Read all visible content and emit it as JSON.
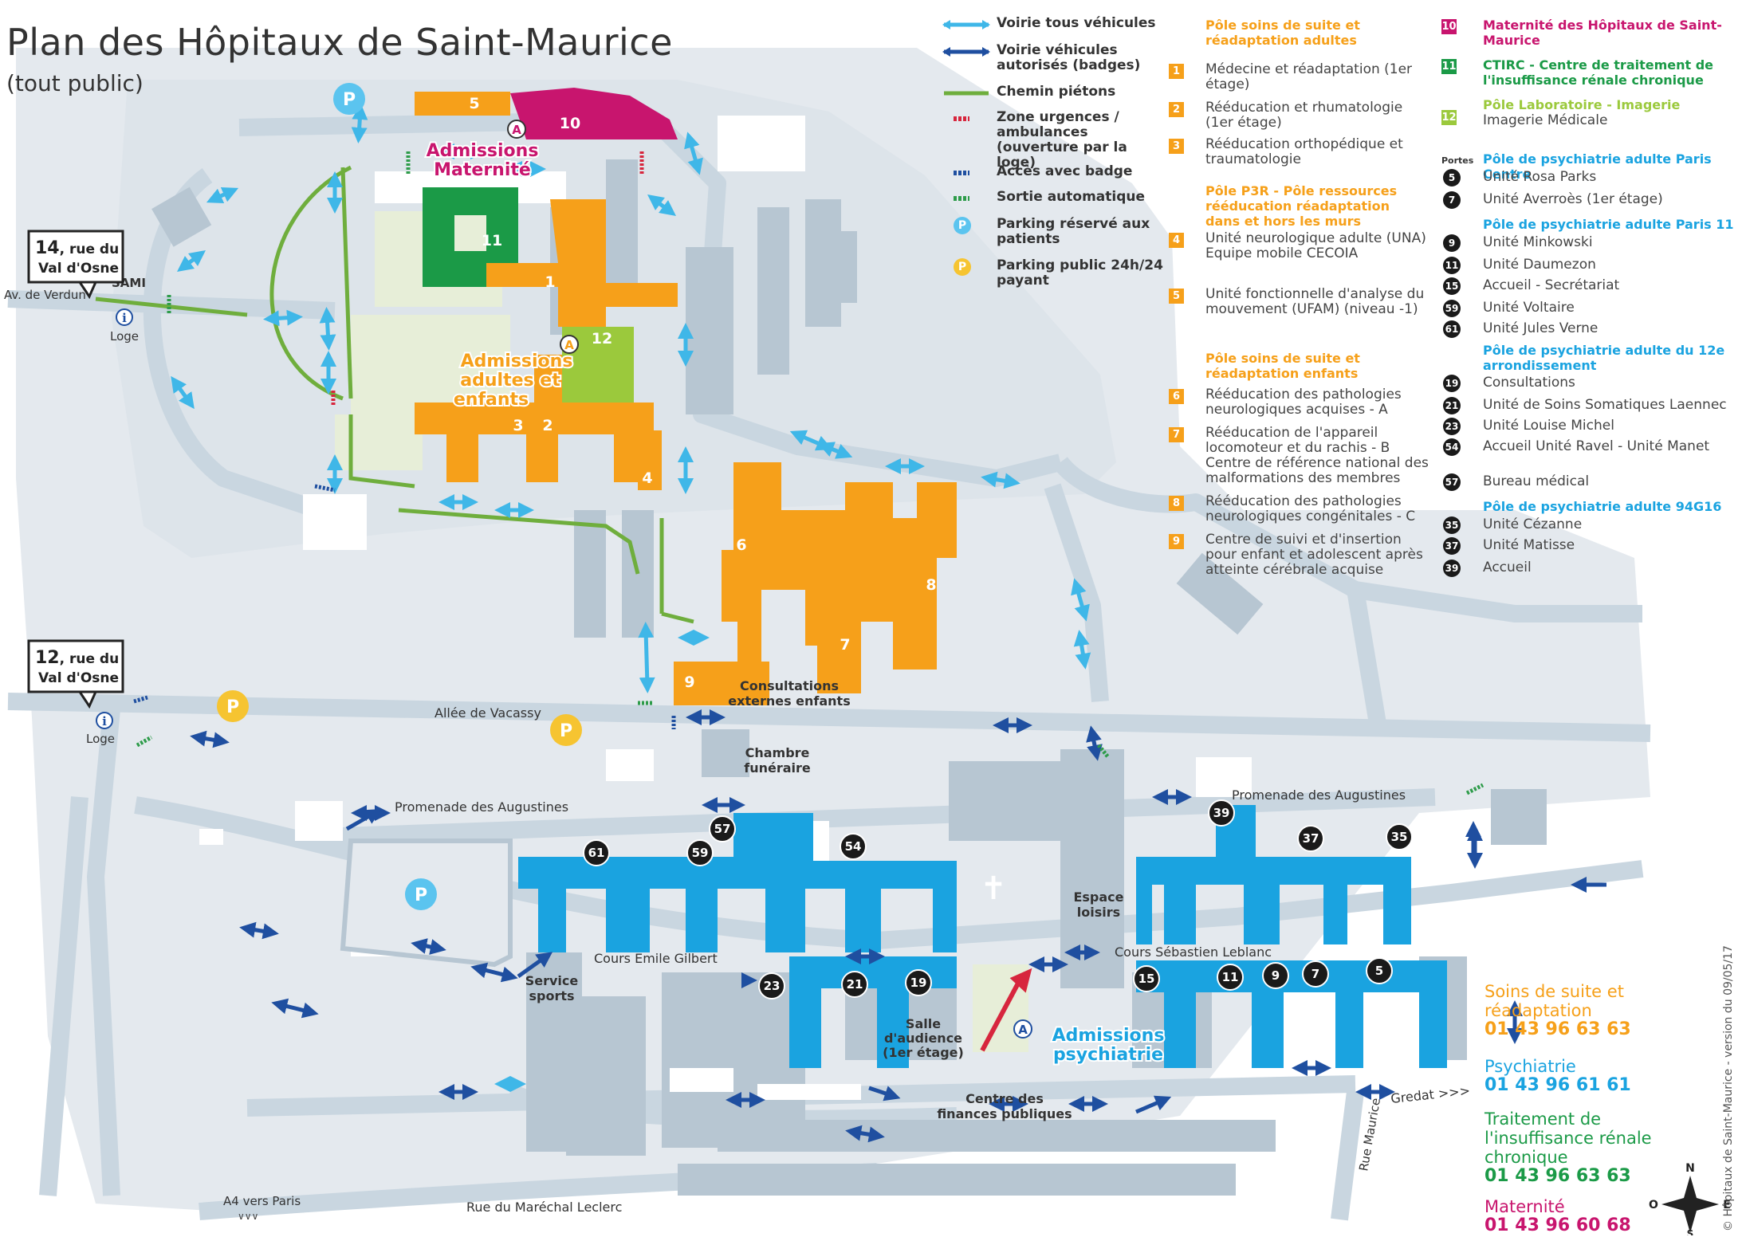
{
  "header": {
    "title": "Plan des Hôpitaux de Saint-Maurice",
    "subtitle": "(tout public)"
  },
  "legend": {
    "items": [
      {
        "label": "Voirie tous véhicules",
        "color": "#3fb7e8"
      },
      {
        "label": "Voirie véhicules autorisés (badges)",
        "color": "#1f4fa0"
      },
      {
        "label": "Chemin piétons",
        "color": "#6fae3d"
      },
      {
        "label": "Zone urgences / ambulances (ouverture par la loge)",
        "color": "#d7263d"
      },
      {
        "label": "Accès avec badge",
        "color": "#1f4fa0"
      },
      {
        "label": "Sortie automatique",
        "color": "#2e9c4a"
      },
      {
        "label": "Parking réservé aux patients",
        "color": "#5bc4ef"
      },
      {
        "label": "Parking public 24h/24 payant",
        "color": "#f6c431"
      }
    ]
  },
  "poles_col1": [
    {
      "title": "Pôle soins de suite et réadaptation adultes",
      "color": "#f6a01a",
      "units": [
        {
          "num": "1",
          "label": "Médecine et réadaptation (1er étage)"
        },
        {
          "num": "2",
          "label": "Rééducation et rhumatologie (1er étage)"
        },
        {
          "num": "3",
          "label": "Rééducation orthopédique et traumatologie"
        }
      ]
    },
    {
      "title": "Pôle P3R - Pôle ressources rééducation réadaptation dans et hors les murs",
      "color": "#f6a01a",
      "units": [
        {
          "num": "4",
          "label": "Unité neurologique adulte (UNA) Equipe mobile CECOIA"
        },
        {
          "num": "5",
          "label": "Unité fonctionnelle d'analyse du mouvement (UFAM) (niveau -1)"
        }
      ]
    },
    {
      "title": "Pôle soins de suite et réadaptation enfants",
      "color": "#f6a01a",
      "units": [
        {
          "num": "6",
          "label": "Rééducation des pathologies neurologiques acquises - A"
        },
        {
          "num": "7",
          "label": "Rééducation de l'appareil locomoteur et du rachis - B Centre de référence national des malformations des membres"
        },
        {
          "num": "8",
          "label": "Rééducation des pathologies neurologiques congénitales - C"
        },
        {
          "num": "9",
          "label": "Centre de suivi et d'insertion pour enfant et adolescent après atteinte cérébrale acquise"
        }
      ]
    }
  ],
  "poles_col2": {
    "maternite": {
      "num": "10",
      "title": "Maternité des Hôpitaux de Saint-Maurice",
      "color": "#c8156e"
    },
    "ctirc": {
      "num": "11",
      "title": "CTIRC - Centre de traitement de l'insuffisance rénale chronique",
      "color": "#1b9a47"
    },
    "labo": {
      "num": "12",
      "title": "Pôle Laboratoire - Imagerie",
      "unit": "Imagerie Médicale",
      "color": "#9bc93c"
    },
    "portes_label": "Portes",
    "psy_color": "#1aa3e0",
    "psy_groups": [
      {
        "title": "Pôle de psychiatrie adulte Paris Centre",
        "units": [
          {
            "num": "5",
            "label": "Unité Rosa Parks"
          },
          {
            "num": "7",
            "label": "Unité Averroès (1er étage)"
          }
        ]
      },
      {
        "title": "Pôle de psychiatrie adulte Paris 11",
        "units": [
          {
            "num": "9",
            "label": "Unité Minkowski"
          },
          {
            "num": "11",
            "label": "Unité Daumezon"
          },
          {
            "num": "15",
            "label": "Accueil - Secrétariat"
          },
          {
            "num": "59",
            "label": "Unité Voltaire"
          },
          {
            "num": "61",
            "label": "Unité Jules Verne"
          }
        ]
      },
      {
        "title": "Pôle de psychiatrie adulte du 12e arrondissement",
        "units": [
          {
            "num": "19",
            "label": "Consultations"
          },
          {
            "num": "21",
            "label": "Unité de Soins Somatiques Laennec"
          },
          {
            "num": "23",
            "label": "Unité Louise Michel"
          },
          {
            "num": "54",
            "label": "Accueil Unité Ravel - Unité Manet"
          },
          {
            "num": "57",
            "label": "Bureau médical"
          }
        ]
      },
      {
        "title": "Pôle de psychiatrie adulte 94G16",
        "units": [
          {
            "num": "35",
            "label": "Unité Cézanne"
          },
          {
            "num": "37",
            "label": "Unité Matisse"
          },
          {
            "num": "39",
            "label": "Accueil"
          }
        ]
      }
    ]
  },
  "contacts": [
    {
      "label": "Soins de suite et réadaptation",
      "phone": "01 43 96 63 63",
      "color": "#f6a01a"
    },
    {
      "label": "Psychiatrie",
      "phone": "01 43 96 61 61",
      "color": "#1aa3e0"
    },
    {
      "label": "Traitement de l'insuffisance rénale chronique",
      "phone": "01 43 96 63 63",
      "color": "#1b9a47"
    },
    {
      "label": "Maternité",
      "phone": "01 43 96 60 68",
      "color": "#c8156e"
    }
  ],
  "credit": "© Hôpitaux de Saint-Maurice - version du 09/05/17",
  "compass": {
    "n": "N",
    "s": "S",
    "e": "E",
    "o": "O"
  },
  "map_labels": {
    "addr14_num": "14",
    "addr14_line1": ", rue du",
    "addr14_line2": "Val d'Osne",
    "addr12_num": "12",
    "addr12_line1": ", rue du",
    "addr12_line2": "Val d'Osne",
    "sami": "SAMI",
    "av_verdun": "Av. de Verdun",
    "loge": "Loge",
    "admissions_maternite_1": "Admissions",
    "admissions_maternite_2": "Maternité",
    "admissions_adultes_1": "Admissions",
    "admissions_adultes_2": "adultes et",
    "admissions_adultes_3": "enfants",
    "admissions_psy_1": "Admissions",
    "admissions_psy_2": "psychiatrie",
    "consultations_1": "Consultations",
    "consultations_2": "externes enfants",
    "allee_vacassy": "Allée de Vacassy",
    "chambre_1": "Chambre",
    "chambre_2": "funéraire",
    "promenade": "Promenade des Augustines",
    "cours_emile": "Cours Emile Gilbert",
    "cours_sebastien": "Cours Sébastien Leblanc",
    "espace_1": "Espace",
    "espace_2": "loisirs",
    "service_1": "Service",
    "service_2": "sports",
    "salle_1": "Salle",
    "salle_2": "d'audience",
    "salle_3": "(1er étage)",
    "centre_1": "Centre des",
    "centre_2": "finances publiques",
    "gredat": "Gredat >>>",
    "rue_maurice": "Rue Maurice",
    "rue_marechal": "Rue du Maréchal Leclerc",
    "a4": "A4 vers Paris",
    "parking_p": "P",
    "admission_a": "A",
    "loge_i": "i"
  },
  "building_numbers": {
    "b1": "1",
    "b2": "2",
    "b3": "3",
    "b4": "4",
    "b5": "5",
    "b6": "6",
    "b7": "7",
    "b8": "8",
    "b9": "9",
    "b10": "10",
    "b11": "11",
    "b12": "12"
  },
  "door_markers": [
    "61",
    "59",
    "57",
    "54",
    "39",
    "37",
    "35",
    "23",
    "21",
    "19",
    "15",
    "11",
    "9",
    "7",
    "5"
  ]
}
